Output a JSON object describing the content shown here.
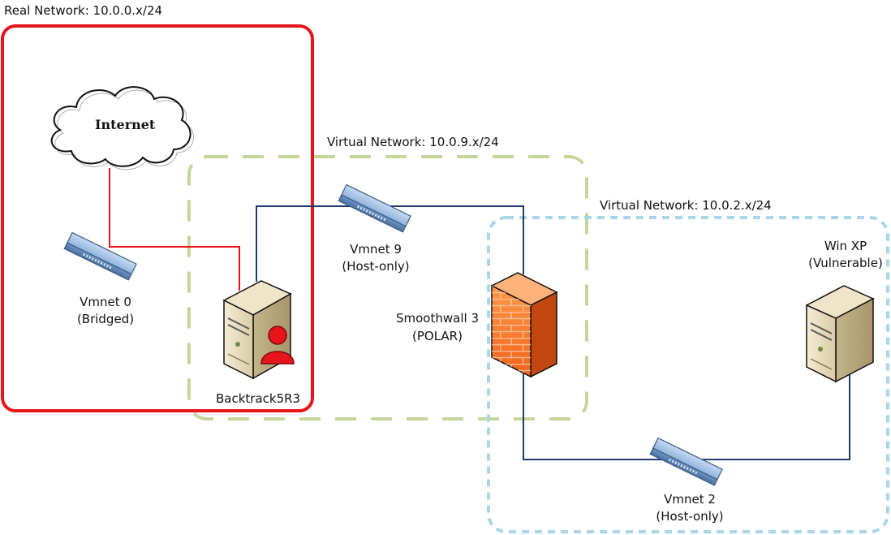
{
  "networks": {
    "real": "Real Network: 10.0.0.x/24",
    "virtual9": "Virtual Network: 10.0.9.x/24",
    "virtual2": "Virtual Network: 10.0.2.x/24"
  },
  "nodes": {
    "internet": "Internet",
    "vmnet0": {
      "name": "Vmnet 0",
      "mode": "(Bridged)"
    },
    "backtrack": "Backtrack5R3",
    "vmnet9": {
      "name": "Vmnet 9",
      "mode": "(Host-only)"
    },
    "smoothwall": {
      "name": "Smoothwall 3",
      "mode": "(POLAR)"
    },
    "winxp": {
      "name": "Win XP",
      "mode": "(Vulnerable)"
    },
    "vmnet2": {
      "name": "Vmnet 2",
      "mode": "(Host-only)"
    }
  },
  "colors": {
    "real_network_border": "#e8141b",
    "virtual9_border": "#c5d69b",
    "virtual2_border": "#a9d6e6",
    "red_link": "#e8141b",
    "blue_link": "#1f3a6e"
  }
}
